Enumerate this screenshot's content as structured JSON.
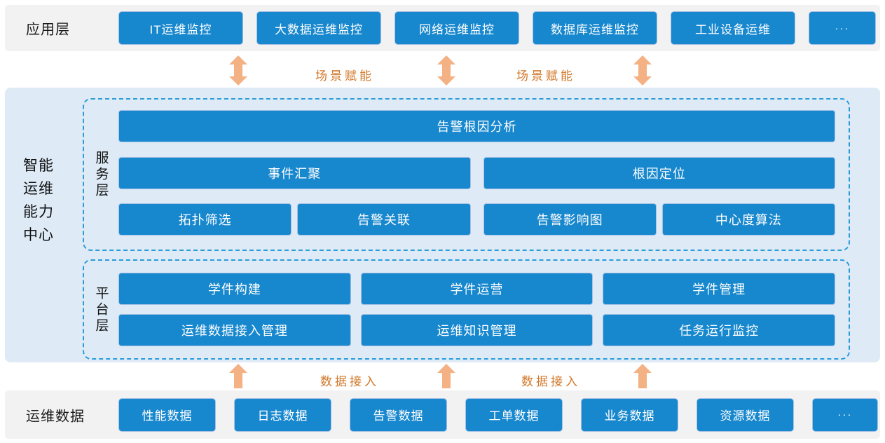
{
  "colors": {
    "box_blue": "#1787CE",
    "center_panel_bg": "#DEEBF7",
    "strip_gray_bg": "#F2F2F2",
    "dashed_border_blue": "#2B9CD8",
    "arrow_orange": "#F4B183",
    "link_text_orange": "#D2782B",
    "box_text": "#FFFFFF",
    "label_text": "#1A1A1A"
  },
  "application_layer": {
    "label": "应用层",
    "boxes": [
      "IT运维监控",
      "大数据运维监控",
      "网络运维监控",
      "数据库运维监控",
      "工业设备运维",
      "···"
    ]
  },
  "scene_links": {
    "label_1": "场景赋能",
    "label_2": "场景赋能"
  },
  "capability_center": {
    "label_lines": [
      "智能",
      "运维",
      "能力",
      "中心"
    ],
    "service_layer": {
      "label_chars": [
        "服",
        "务",
        "层"
      ],
      "row1": [
        "告警根因分析"
      ],
      "row2": [
        "事件汇聚",
        "根因定位"
      ],
      "row3": [
        "拓扑筛选",
        "告警关联",
        "告警影响图",
        "中心度算法"
      ]
    },
    "platform_layer": {
      "label_chars": [
        "平",
        "台",
        "层"
      ],
      "row1": [
        "学件构建",
        "学件运营",
        "学件管理"
      ],
      "row2": [
        "运维数据接入管理",
        "运维知识管理",
        "任务运行监控"
      ]
    }
  },
  "data_links": {
    "label_1": "数据接入",
    "label_2": "数据接入"
  },
  "data_layer": {
    "label": "运维数据",
    "boxes": [
      "性能数据",
      "日志数据",
      "告警数据",
      "工单数据",
      "业务数据",
      "资源数据",
      "···"
    ]
  }
}
